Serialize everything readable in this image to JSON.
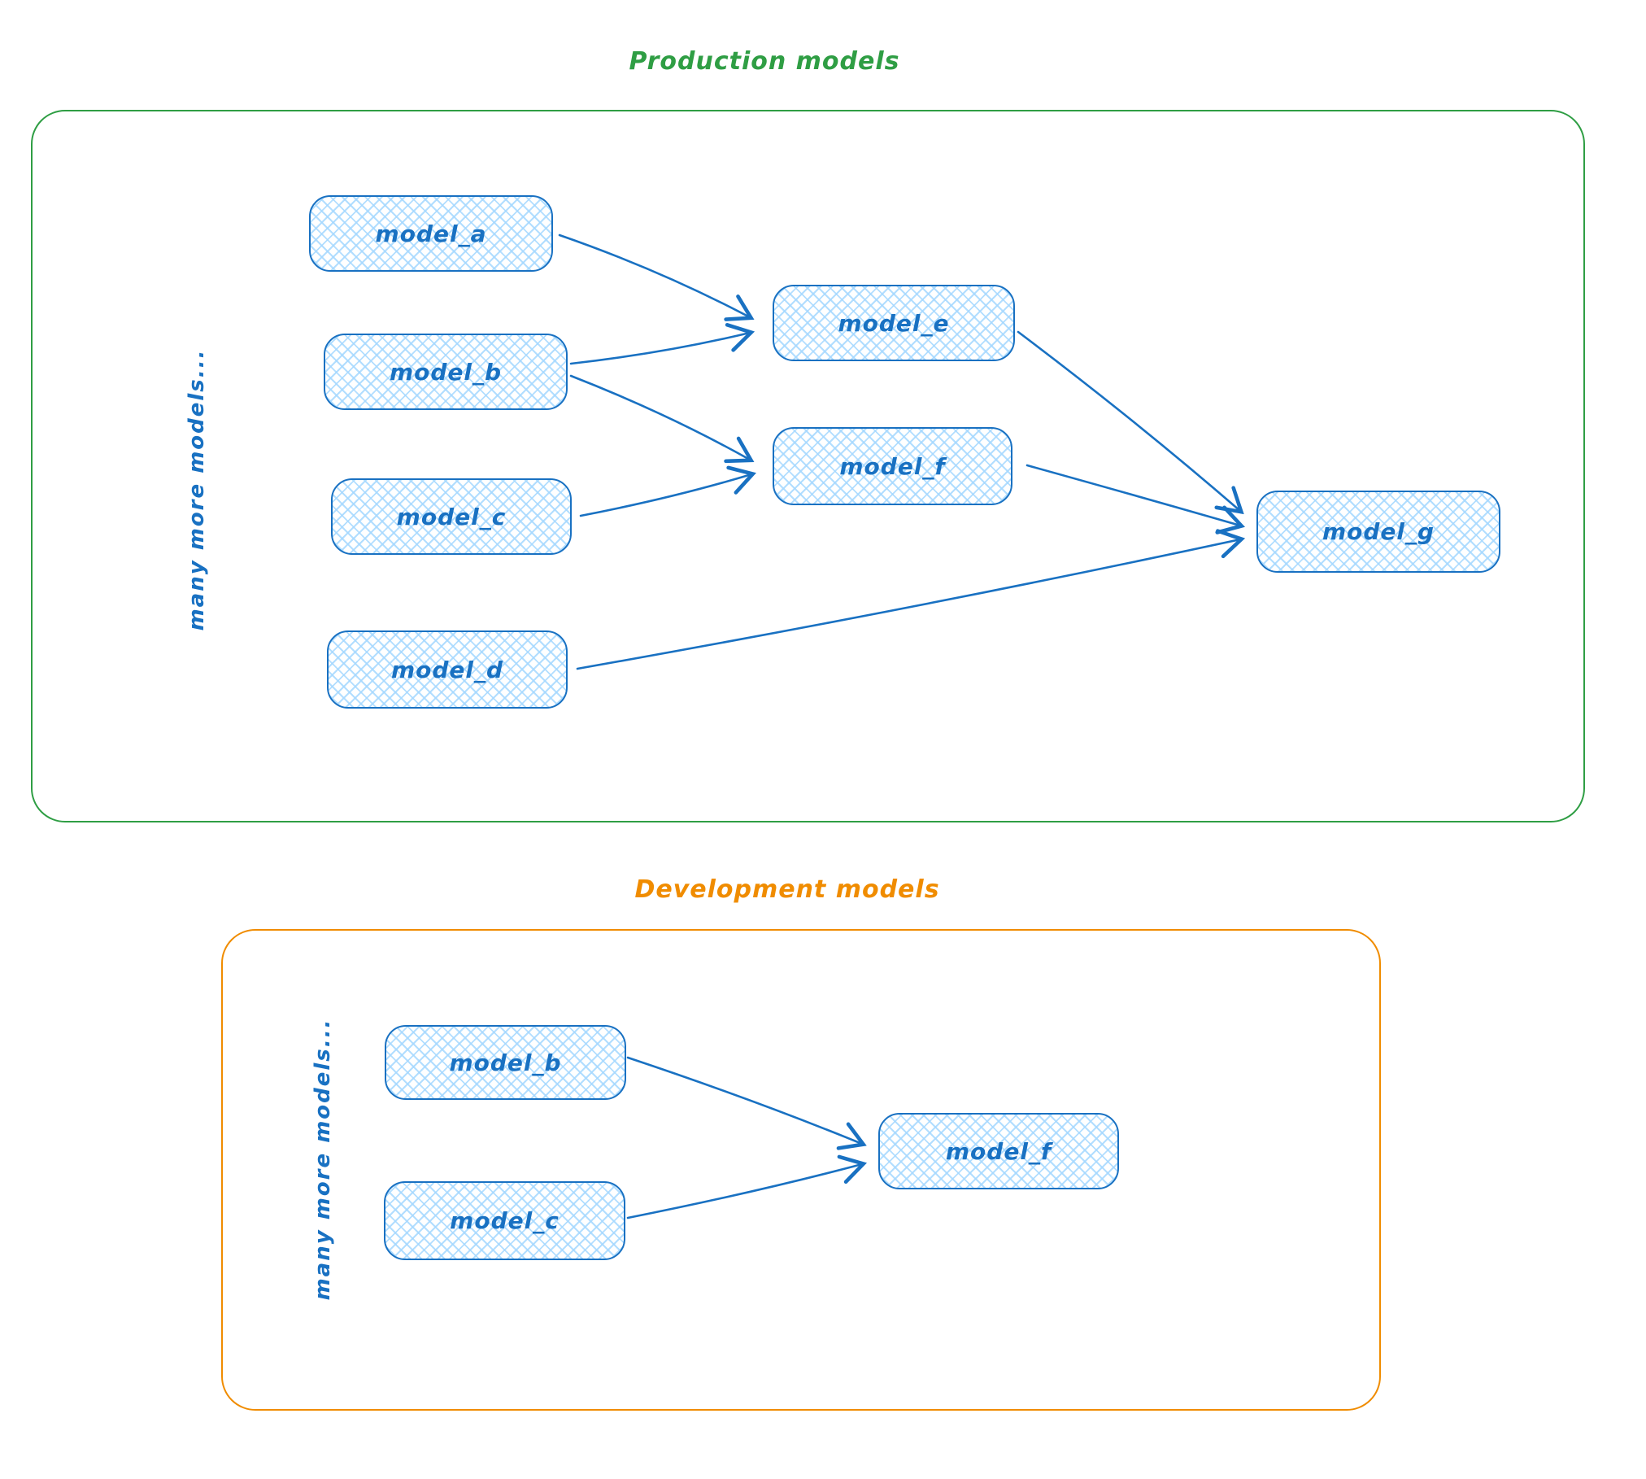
{
  "diagram": {
    "colors": {
      "node_stroke": "#1971c2",
      "node_fill": "#a5d8ff",
      "node_label": "#1971c2",
      "production_accent": "#2f9e44",
      "development_accent": "#f08c00"
    },
    "sections": [
      {
        "title": "Production models",
        "side_label": "many more models...",
        "nodes": [
          {
            "label": "model_a"
          },
          {
            "label": "model_b"
          },
          {
            "label": "model_c"
          },
          {
            "label": "model_d"
          },
          {
            "label": "model_e"
          },
          {
            "label": "model_f"
          },
          {
            "label": "model_g"
          }
        ],
        "edges": [
          {
            "from": "model_a",
            "to": "model_e"
          },
          {
            "from": "model_b",
            "to": "model_e"
          },
          {
            "from": "model_b",
            "to": "model_f"
          },
          {
            "from": "model_c",
            "to": "model_f"
          },
          {
            "from": "model_e",
            "to": "model_g"
          },
          {
            "from": "model_f",
            "to": "model_g"
          },
          {
            "from": "model_d",
            "to": "model_g"
          }
        ]
      },
      {
        "title": "Development models",
        "side_label": "many more models...",
        "nodes": [
          {
            "label": "model_b"
          },
          {
            "label": "model_c"
          },
          {
            "label": "model_f"
          }
        ],
        "edges": [
          {
            "from": "model_b",
            "to": "model_f"
          },
          {
            "from": "model_c",
            "to": "model_f"
          }
        ]
      }
    ]
  }
}
